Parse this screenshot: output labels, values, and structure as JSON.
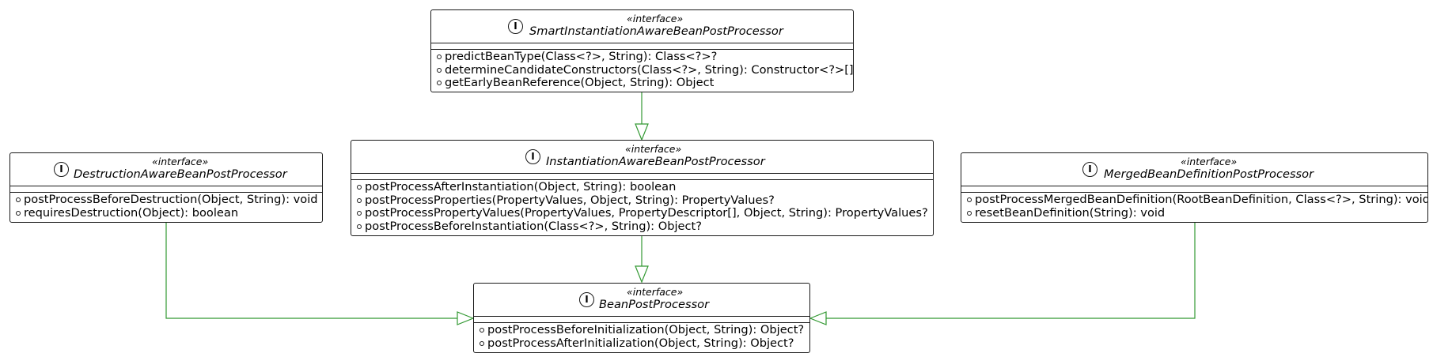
{
  "diagram": {
    "edge_color": "#339933",
    "classes": [
      {
        "id": "smart",
        "icon": "I",
        "stereotype": "«interface»",
        "name": "SmartInstantiationAwareBeanPostProcessor",
        "methods": [
          "predictBeanType(Class<?>, String): Class<?>?",
          "determineCandidateConstructors(Class<?>, String): Constructor<?>[]?",
          "getEarlyBeanReference(Object, String): Object"
        ]
      },
      {
        "id": "destruction",
        "icon": "I",
        "stereotype": "«interface»",
        "name": "DestructionAwareBeanPostProcessor",
        "methods": [
          "postProcessBeforeDestruction(Object, String): void",
          "requiresDestruction(Object): boolean"
        ]
      },
      {
        "id": "instantiation",
        "icon": "I",
        "stereotype": "«interface»",
        "name": "InstantiationAwareBeanPostProcessor",
        "methods": [
          "postProcessAfterInstantiation(Object, String): boolean",
          "postProcessProperties(PropertyValues, Object, String): PropertyValues?",
          "postProcessPropertyValues(PropertyValues, PropertyDescriptor[], Object, String): PropertyValues?",
          "postProcessBeforeInstantiation(Class<?>, String): Object?"
        ]
      },
      {
        "id": "merged",
        "icon": "I",
        "stereotype": "«interface»",
        "name": "MergedBeanDefinitionPostProcessor",
        "methods": [
          "postProcessMergedBeanDefinition(RootBeanDefinition, Class<?>, String): void",
          "resetBeanDefinition(String): void"
        ]
      },
      {
        "id": "bean",
        "icon": "I",
        "stereotype": "«interface»",
        "name": "BeanPostProcessor",
        "methods": [
          "postProcessBeforeInitialization(Object, String): Object?",
          "postProcessAfterInitialization(Object, String): Object?"
        ]
      }
    ],
    "relations": [
      {
        "from": "smart",
        "to": "instantiation",
        "type": "inheritance"
      },
      {
        "from": "instantiation",
        "to": "bean",
        "type": "inheritance"
      },
      {
        "from": "destruction",
        "to": "bean",
        "type": "inheritance"
      },
      {
        "from": "merged",
        "to": "bean",
        "type": "inheritance"
      }
    ]
  }
}
